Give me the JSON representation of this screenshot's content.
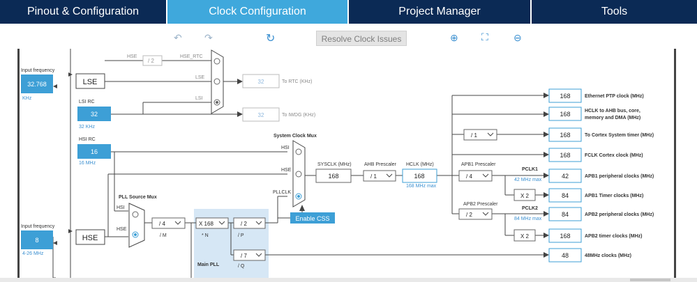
{
  "tabs": [
    {
      "label": "Pinout & Configuration"
    },
    {
      "label": "Clock Configuration"
    },
    {
      "label": "Project Manager"
    },
    {
      "label": "Tools"
    }
  ],
  "toolbar": {
    "resolve_label": "Resolve Clock Issues"
  },
  "diagram": {
    "lse_input": {
      "caption": "Input frequency",
      "value": "32.768",
      "unit": "KHz",
      "block": "LSE"
    },
    "lsi": {
      "caption": "LSI RC",
      "value": "32",
      "unit": "32 KHz"
    },
    "hsi": {
      "caption": "HSI RC",
      "value": "16",
      "unit": "16 MHz"
    },
    "hse_input": {
      "caption": "Input frequency",
      "value": "8",
      "range": "4-26 MHz",
      "block": "HSE"
    },
    "rtc": {
      "hse_label": "HSE",
      "div": "/ 2",
      "hse_rtc": "HSE_RTC",
      "lse": "LSE",
      "lsi": "LSI",
      "out": "32",
      "out_label": "To RTC (KHz)"
    },
    "iwdg": {
      "out": "32",
      "out_label": "To IWDG (KHz)"
    },
    "sysmux": {
      "title": "System Clock Mux",
      "hsi": "HSI",
      "hse": "HSE",
      "pllclk": "PLLCLK",
      "enable_css": "Enable CSS"
    },
    "pll": {
      "mux_title": "PLL Source Mux",
      "hsi": "HSI",
      "hse": "HSE",
      "m": "/ 4",
      "m_label": "/ M",
      "n": "X 168",
      "n_label": "* N",
      "p": "/ 2",
      "p_label": "/ P",
      "q": "/ 7",
      "q_label": "/ Q",
      "main_label": "Main PLL"
    },
    "sysclk": {
      "label": "SYSCLK (MHz)",
      "value": "168"
    },
    "ahb": {
      "label": "AHB Prescaler",
      "value": "/ 1"
    },
    "hclk": {
      "label": "HCLK (MHz)",
      "value": "168",
      "max": "168 MHz max"
    },
    "apb1": {
      "label": "APB1 Prescaler",
      "value": "/ 4",
      "pclk": "PCLK1",
      "max": "42 MHz max",
      "x2": "X 2"
    },
    "apb2": {
      "label": "APB2 Prescaler",
      "value": "/ 2",
      "pclk": "PCLK2",
      "max": "84 MHz max",
      "x2": "X 2"
    },
    "cortex_div": "/ 1",
    "outputs": [
      {
        "value": "168",
        "label": "Ethernet PTP clock (MHz)"
      },
      {
        "value": "168",
        "label": "HCLK to AHB bus, core,",
        "label2": "memory and DMA (MHz)"
      },
      {
        "value": "168",
        "label": "To Cortex System timer (MHz)"
      },
      {
        "value": "168",
        "label": "FCLK Cortex clock (MHz)"
      },
      {
        "value": "42",
        "label": "APB1 peripheral clocks (MHz)"
      },
      {
        "value": "84",
        "label": "APB1 Timer clocks (MHz)"
      },
      {
        "value": "84",
        "label": "APB2 peripheral clocks (MHz)"
      },
      {
        "value": "168",
        "label": "APB2 timer clocks (MHz)"
      },
      {
        "value": "48",
        "label": "48MHz clocks (MHz)"
      }
    ]
  },
  "colors": {
    "nav": "#0b2a55",
    "active_tab": "#3fa8dc",
    "input_fill": "#3d9fd6",
    "line": "#444444",
    "pll_bg": "#d6e7f5"
  }
}
